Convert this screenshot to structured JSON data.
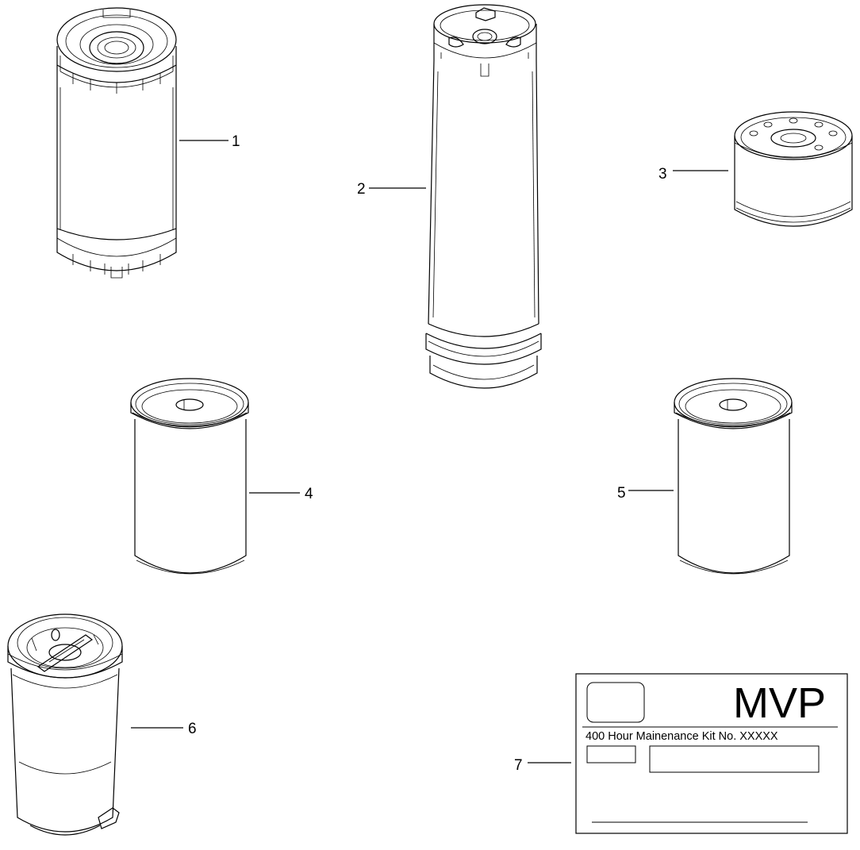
{
  "callouts": [
    {
      "label": "1"
    },
    {
      "label": "2"
    },
    {
      "label": "3"
    },
    {
      "label": "4"
    },
    {
      "label": "5"
    },
    {
      "label": "6"
    },
    {
      "label": "7"
    }
  ],
  "kit_label": {
    "brand": "MVP",
    "title": "400 Hour Mainenance Kit No. XXXXX"
  }
}
